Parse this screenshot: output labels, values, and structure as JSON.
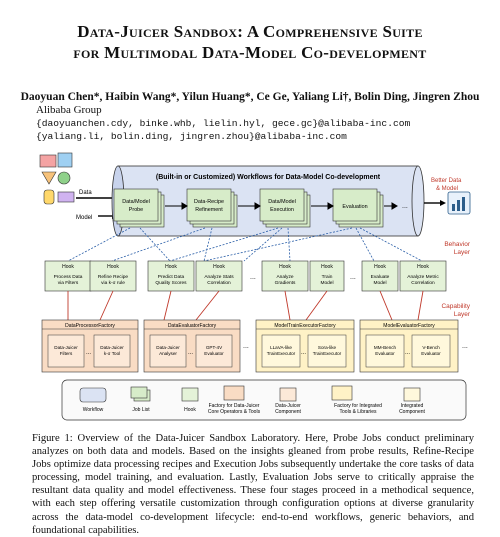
{
  "paper": {
    "title_line1": "Data-Juicer Sandbox: A Comprehensive Suite",
    "title_line2": "for Multimodal Data-Model Co-development",
    "authors": "Daoyuan Chen*, Haibin Wang*, Yilun Huang*, Ce Ge, Yaliang Li†, Bolin Ding, Jingren Zhou",
    "affiliation": "Alibaba Group",
    "email_line1": "{daoyuanchen.cdy, binke.whb, lielin.hyl, gece.gc}@alibaba-inc.com",
    "email_line2": "{yaliang.li, bolin.ding, jingren.zhou}@alibaba-inc.com"
  },
  "figure": {
    "input_data": "Data",
    "input_model": "Model",
    "workflow_title": "(Built-in or Customized) Workflows for Data-Model Co-development",
    "jobs": [
      "Data/Model Probe",
      "Data-Recipe Refinement",
      "Data/Model Execution",
      "Evaluation"
    ],
    "ellipsis": "...",
    "output_label": "Better Data & Model",
    "behavior_layer": "Behavior Layer",
    "capability_layer": "Capability Layer",
    "hook_label": "Hook",
    "hooks": [
      "Process Data via Filters",
      "Refine Recipe via k-σ rule",
      "Predict Data Quality Scores",
      "Analyze Stats Correlation",
      "Analyze Gradients",
      "Train Model",
      "Evaluate Model",
      "Analyze Metric Correlation"
    ],
    "factories": [
      {
        "name": "DataProcessorFactory",
        "items": [
          "Data-Juicer Filters",
          "Data-Juicer k-σ Tool"
        ]
      },
      {
        "name": "DataEvaluatorFactory",
        "items": [
          "Data-Juicer Analyser",
          "GPT-4V Evaluator"
        ]
      },
      {
        "name": "ModelTrainExecutorFactory",
        "items": [
          "LLaVA-like TrainExecutor",
          "Sora-like TrainExecutor"
        ]
      },
      {
        "name": "ModelEvaluatorFactory",
        "items": [
          "MM-Bench Evaluator",
          "V-Bench Evaluator"
        ]
      }
    ],
    "legend": [
      "Workflow",
      "Job List",
      "Hook",
      "Factory for Data-Juicer Core Operators & Tools",
      "Data-Juicer Component",
      "Factory for Integrated Tools & Libraries",
      "Integrated Component"
    ],
    "caption": "Figure 1: Overview of the Data-Juicer Sandbox Laboratory. Here, Probe Jobs conduct preliminary analyzes on both data and models. Based on the insights gleaned from probe results, Refine-Recipe Jobs optimize data processing recipes and Execution Jobs subsequently undertake the core tasks of data processing, model training, and evaluation. Lastly, Evaluation Jobs serve to critically appraise the resultant data quality and model effectiveness. These four stages proceed in a methodical sequence, with each step offering versatile customization through configuration options at diverse granularity across the data-model co-development lifecycle: end-to-end workflows, generic behaviors, and foundational capabilities."
  },
  "colors": {
    "workflow_bg": "#dbe3f3",
    "job_green": "#d7ecc9",
    "hook_green": "#e4f2d8",
    "dj_orange": "#f9dcc4",
    "integ_yellow": "#fff2c6",
    "accent_red": "#c0392b"
  }
}
